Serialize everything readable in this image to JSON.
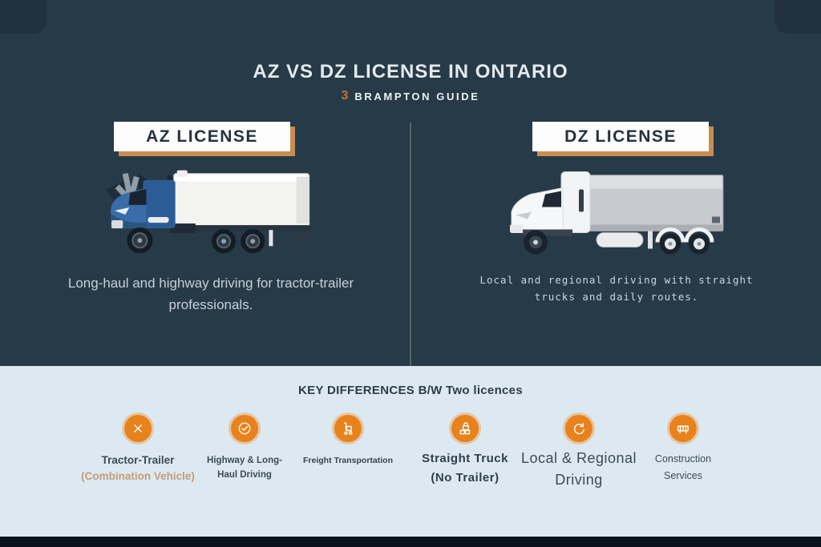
{
  "header": {
    "title": "AZ VS DZ LICENSE IN ONTARIO",
    "brand": "BRAMPTON GUIDE",
    "brand_glyph": "3"
  },
  "az": {
    "banner": "AZ LICENSE",
    "description": "Long-haul and highway driving for tractor-trailer professionals.",
    "illustration": "blue-tractor-trailer-truck"
  },
  "dz": {
    "banner": "DZ LICENSE",
    "description": "Local and regional driving with straight trucks and daily routes.",
    "illustration": "white-straight-truck"
  },
  "key_differences": {
    "heading": "KEY DIFFERENCES B/W Two licences",
    "items": [
      {
        "icon": "x-mark-icon",
        "line1": "Tractor-Trailer",
        "line2": "(Combination Vehicle)"
      },
      {
        "icon": "check-badge-icon",
        "line1": "Highway & Long-",
        "line2": "Haul Driving"
      },
      {
        "icon": "hand-truck-icon",
        "line1": "Freight Transportation",
        "line2": ""
      },
      {
        "icon": "padlock-cargo-icon",
        "line1": "Straight Truck",
        "line2": "(No Trailer)"
      },
      {
        "icon": "circular-arrows-icon",
        "line1": "Local & Regional",
        "line2": "Driving"
      },
      {
        "icon": "barricade-icon",
        "line1": "Construction",
        "line2": "Services"
      }
    ]
  },
  "colors": {
    "background_dark": "#273a47",
    "background_light": "#dde9f1",
    "accent_orange": "#e8821c",
    "banner_shadow_tan": "#c78d51",
    "tan_text": "#c49d77",
    "bottom_bar": "#0a121c"
  }
}
